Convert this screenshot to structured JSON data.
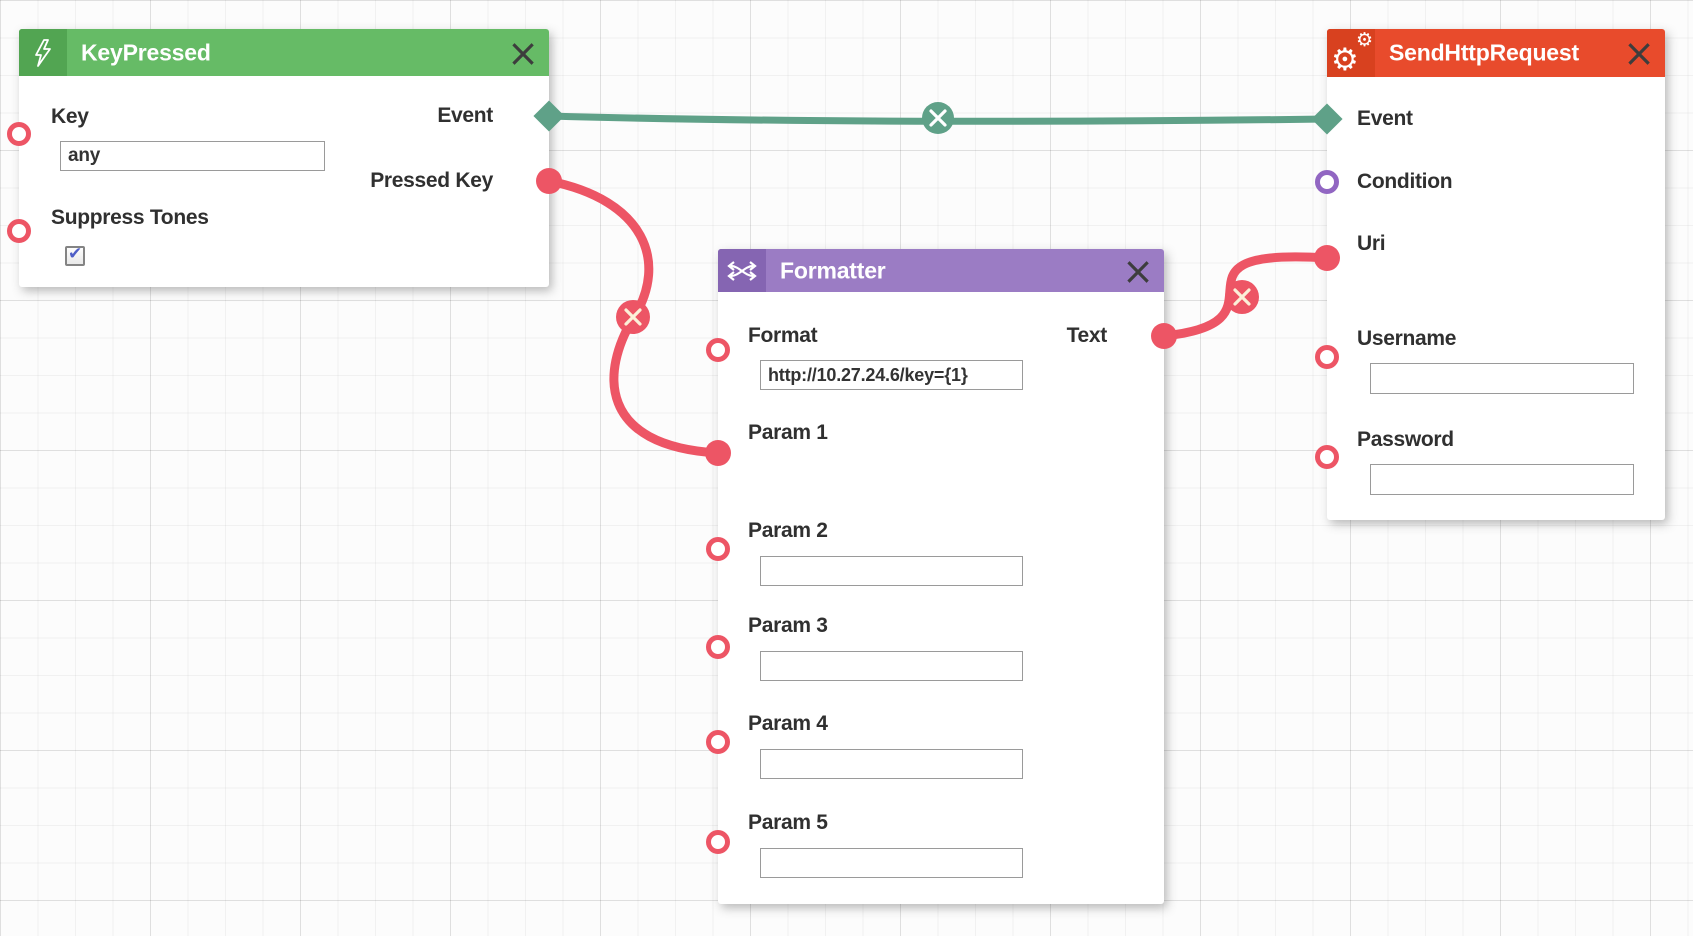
{
  "ui": {
    "close_glyph": "×",
    "check_glyph": "✔",
    "colors": {
      "wire_event": "#5fa188",
      "wire_data": "#ed5565",
      "port_data": "#ed5565",
      "port_condition": "#9166c2",
      "canvas_grid": "#ececec"
    }
  },
  "nodes": {
    "key_pressed": {
      "title": "KeyPressed",
      "icon": "lightning-bolt",
      "header_color": "#66bb66",
      "icon_color": "#52a552",
      "fields": {
        "key": {
          "label": "Key",
          "value": "any"
        },
        "suppress_tones": {
          "label": "Suppress Tones",
          "checked": true
        }
      },
      "outputs": {
        "event": {
          "label": "Event"
        },
        "pressed_key": {
          "label": "Pressed Key"
        }
      }
    },
    "formatter": {
      "title": "Formatter",
      "icon": "shuffle-arrows",
      "header_color": "#9b7cc4",
      "icon_color": "#8565b2",
      "fields": {
        "format": {
          "label": "Format",
          "value": "http://10.27.24.6/key={1}"
        },
        "param_1": {
          "label": "Param 1"
        },
        "param_2": {
          "label": "Param 2",
          "value": ""
        },
        "param_3": {
          "label": "Param 3",
          "value": ""
        },
        "param_4": {
          "label": "Param 4",
          "value": ""
        },
        "param_5": {
          "label": "Param 5",
          "value": ""
        }
      },
      "outputs": {
        "text": {
          "label": "Text"
        }
      }
    },
    "send_http_request": {
      "title": "SendHttpRequest",
      "icon": "gears",
      "header_color": "#e84b2c",
      "icon_color": "#d8411f",
      "fields": {
        "event": {
          "label": "Event"
        },
        "condition": {
          "label": "Condition"
        },
        "uri": {
          "label": "Uri"
        },
        "username": {
          "label": "Username",
          "value": ""
        },
        "password": {
          "label": "Password",
          "value": ""
        }
      }
    }
  },
  "connections": [
    {
      "from": "KeyPressed.Event",
      "to": "SendHttpRequest.Event",
      "kind": "event"
    },
    {
      "from": "KeyPressed.Pressed Key",
      "to": "Formatter.Param 1",
      "kind": "data"
    },
    {
      "from": "Formatter.Text",
      "to": "SendHttpRequest.Uri",
      "kind": "data"
    }
  ]
}
